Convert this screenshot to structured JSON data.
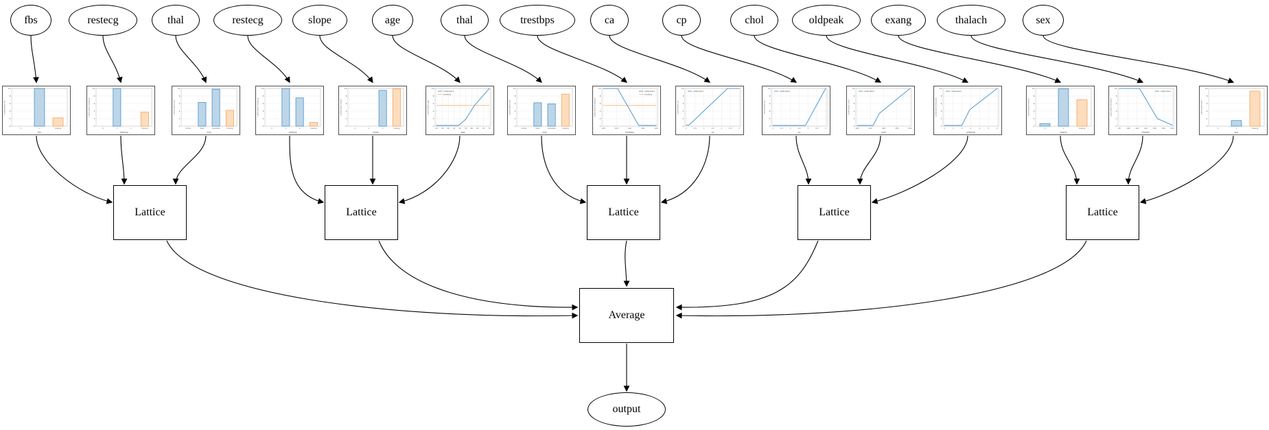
{
  "diagram": {
    "average_label": "Average",
    "output_label": "output",
    "lattices": [
      {
        "label": "Lattice"
      },
      {
        "label": "Lattice"
      },
      {
        "label": "Lattice"
      },
      {
        "label": "Lattice"
      },
      {
        "label": "Lattice"
      }
    ],
    "features": [
      {
        "name": "fbs",
        "lattice": 0
      },
      {
        "name": "restecg",
        "lattice": 0
      },
      {
        "name": "thal",
        "lattice": 0
      },
      {
        "name": "restecg",
        "lattice": 1
      },
      {
        "name": "slope",
        "lattice": 1
      },
      {
        "name": "age",
        "lattice": 1
      },
      {
        "name": "thal",
        "lattice": 2
      },
      {
        "name": "trestbps",
        "lattice": 2
      },
      {
        "name": "ca",
        "lattice": 2
      },
      {
        "name": "cp",
        "lattice": 3
      },
      {
        "name": "chol",
        "lattice": 3
      },
      {
        "name": "oldpeak",
        "lattice": 3
      },
      {
        "name": "exang",
        "lattice": 4
      },
      {
        "name": "thalach",
        "lattice": 4
      },
      {
        "name": "sex",
        "lattice": 4
      }
    ]
  },
  "chart_data": [
    {
      "type": "bar",
      "feature": "fbs",
      "xlabel": "fbs",
      "ylabel": "calibrated fbs",
      "ylim": [
        0,
        10
      ],
      "yticks": [
        0,
        2,
        4,
        6,
        8,
        10
      ],
      "categories": [
        "0",
        "1",
        "missing"
      ],
      "values": [
        0,
        10,
        2.2
      ],
      "colors": [
        "blue",
        "blue",
        "orange"
      ]
    },
    {
      "type": "bar",
      "feature": "restecg",
      "xlabel": "restecg",
      "ylabel": "calibrated restecg",
      "ylim": [
        0,
        10
      ],
      "yticks": [
        0,
        2,
        4,
        6,
        8,
        10
      ],
      "categories": [
        "0",
        "1",
        "2",
        "missing"
      ],
      "values": [
        0,
        10,
        0,
        3.7
      ],
      "colors": [
        "blue",
        "blue",
        "blue",
        "orange"
      ]
    },
    {
      "type": "bar",
      "feature": "thal",
      "xlabel": "thal",
      "ylabel": "calibrated thal",
      "ylim": [
        0,
        10
      ],
      "yticks": [
        0,
        2,
        4,
        6,
        8,
        10
      ],
      "categories": [
        "normal",
        "fixed",
        "reversible",
        "missing"
      ],
      "values": [
        0,
        6.3,
        9.8,
        4.2
      ],
      "colors": [
        "blue",
        "blue",
        "blue",
        "orange"
      ]
    },
    {
      "type": "bar",
      "feature": "restecg",
      "xlabel": "restecg",
      "ylabel": "calibrated restecg",
      "ylim": [
        0,
        10
      ],
      "yticks": [
        0,
        2,
        4,
        6,
        8,
        10
      ],
      "categories": [
        "0",
        "1",
        "2",
        "missing"
      ],
      "values": [
        0,
        10,
        7.5,
        1.0
      ],
      "colors": [
        "blue",
        "blue",
        "blue",
        "orange"
      ]
    },
    {
      "type": "bar",
      "feature": "slope",
      "xlabel": "slope",
      "ylabel": "calibrated slope",
      "ylim": [
        0,
        10
      ],
      "yticks": [
        0,
        2,
        4,
        6,
        8,
        10
      ],
      "categories": [
        "0",
        "1",
        "2",
        "missing"
      ],
      "values": [
        0,
        0,
        9.5,
        9.9
      ],
      "colors": [
        "blue",
        "blue",
        "blue",
        "orange"
      ]
    },
    {
      "type": "line",
      "feature": "age",
      "xlabel": "age",
      "ylabel": "calibrated age",
      "ylim": [
        0,
        10
      ],
      "yticks": [
        0,
        2,
        4,
        6,
        8,
        10
      ],
      "xticks": [
        30,
        35,
        40,
        45,
        50,
        55,
        60,
        65,
        70,
        75
      ],
      "legend": [
        "calibrated",
        "missing"
      ],
      "legend_pos": "top-left",
      "points": [
        [
          0,
          0.2
        ],
        [
          0.42,
          0.2
        ],
        [
          0.55,
          1.8
        ],
        [
          0.72,
          5.5
        ],
        [
          1,
          10
        ]
      ],
      "missing_value": 5.5
    },
    {
      "type": "bar",
      "feature": "thal",
      "xlabel": "thal",
      "ylabel": "calibrated thal",
      "ylim": [
        0,
        10
      ],
      "yticks": [
        0,
        2,
        4,
        6,
        8,
        10
      ],
      "categories": [
        "normal",
        "fixed",
        "reversible",
        "missing"
      ],
      "values": [
        0,
        6.2,
        5.9,
        8.5
      ],
      "colors": [
        "blue",
        "blue",
        "blue",
        "orange"
      ]
    },
    {
      "type": "line",
      "feature": "trestbps",
      "xlabel": "trestbps",
      "ylabel": "calibrated trestbps",
      "ylim": [
        0,
        10
      ],
      "yticks": [
        0,
        2,
        4,
        6,
        8,
        10
      ],
      "xticks": [
        100,
        120,
        140,
        160,
        180
      ],
      "legend": [
        "calibrated",
        "missing"
      ],
      "legend_pos": "top-right",
      "points": [
        [
          0,
          10
        ],
        [
          0.27,
          10
        ],
        [
          0.67,
          0.2
        ],
        [
          1,
          0.2
        ]
      ],
      "missing_value": 5.5
    },
    {
      "type": "line",
      "feature": "ca",
      "xlabel": "ca",
      "ylabel": "calibrated ca",
      "ylim": [
        0,
        10
      ],
      "yticks": [
        0,
        2,
        4,
        6,
        8,
        10
      ],
      "xticks": [
        0,
        0.5,
        1,
        1.5,
        2,
        2.5,
        3
      ],
      "legend": [
        "calibrated"
      ],
      "legend_pos": "top-left",
      "points": [
        [
          0,
          0.3
        ],
        [
          0.05,
          0.3
        ],
        [
          0.78,
          10
        ],
        [
          1,
          10
        ]
      ],
      "missing_value": null
    },
    {
      "type": "line",
      "feature": "cp",
      "xlabel": "cp",
      "ylabel": "calibrated cp",
      "ylim": [
        0,
        10
      ],
      "yticks": [
        0,
        2,
        4,
        6,
        8,
        10
      ],
      "xticks": [
        1,
        1.5,
        2,
        2.5,
        3,
        3.5,
        4
      ],
      "legend": [
        "calibrated"
      ],
      "legend_pos": "top-left",
      "points": [
        [
          0,
          0.2
        ],
        [
          0.62,
          0.2
        ],
        [
          1,
          10
        ]
      ],
      "missing_value": null
    },
    {
      "type": "line",
      "feature": "chol",
      "xlabel": "chol",
      "ylabel": "calibrated chol",
      "ylim": [
        0,
        10
      ],
      "yticks": [
        0,
        2,
        4,
        6,
        8,
        10
      ],
      "xticks": [
        200,
        250,
        300,
        350,
        400
      ],
      "legend": [
        "calibrated"
      ],
      "legend_pos": "top-left",
      "points": [
        [
          0,
          0.2
        ],
        [
          0.3,
          0.2
        ],
        [
          0.42,
          3.4
        ],
        [
          1,
          10
        ]
      ],
      "missing_value": null
    },
    {
      "type": "line",
      "feature": "oldpeak",
      "xlabel": "oldpeak",
      "ylabel": "calibrated oldpeak",
      "ylim": [
        0,
        10
      ],
      "yticks": [
        0,
        2,
        4,
        6,
        8,
        10
      ],
      "xticks": [
        0,
        1,
        2,
        3,
        4,
        5,
        6
      ],
      "legend": [
        "calibrated"
      ],
      "legend_pos": "top-left",
      "points": [
        [
          0,
          0.2
        ],
        [
          0.33,
          0.2
        ],
        [
          0.48,
          4.4
        ],
        [
          1,
          10
        ]
      ],
      "missing_value": null
    },
    {
      "type": "bar",
      "feature": "exang",
      "xlabel": "exang",
      "ylabel": "calibrated exang",
      "ylim": [
        0,
        10
      ],
      "yticks": [
        0,
        2,
        4,
        6,
        8,
        10
      ],
      "categories": [
        "0",
        "1",
        "missing"
      ],
      "values": [
        0.7,
        9.9,
        7.0
      ],
      "colors": [
        "blue",
        "blue",
        "orange"
      ]
    },
    {
      "type": "line",
      "feature": "thalach",
      "xlabel": "thalach",
      "ylabel": "calibrated thalach",
      "ylim": [
        0,
        10
      ],
      "yticks": [
        0,
        2,
        4,
        6,
        8,
        10
      ],
      "xticks": [
        80,
        100,
        120,
        140,
        160,
        180,
        200
      ],
      "legend": [
        "calibrated"
      ],
      "legend_pos": "top-right",
      "points": [
        [
          0,
          10
        ],
        [
          0.38,
          10
        ],
        [
          0.72,
          2.0
        ],
        [
          1,
          0.3
        ]
      ],
      "missing_value": null
    },
    {
      "type": "bar",
      "feature": "sex",
      "xlabel": "sex",
      "ylabel": "calibrated sex",
      "ylim": [
        0,
        10
      ],
      "yticks": [
        0,
        2,
        4,
        6,
        8,
        10
      ],
      "categories": [
        "0",
        "1",
        "missing"
      ],
      "values": [
        0,
        1.5,
        9.3
      ],
      "colors": [
        "blue",
        "blue",
        "orange"
      ]
    }
  ],
  "colors": {
    "edge": "#000000",
    "node_border": "#000000",
    "chart_border": "#4f4f4f",
    "blue_line": "#5b9fd4",
    "blue_edge": "#4a90c8",
    "blue_fill": "#bcd6e8",
    "orange_line": "#f9bd84",
    "orange_edge": "#f2a25c",
    "orange_fill": "#fdddbd",
    "grid": "#ebebeb",
    "spine": "#c8c8c8",
    "axis_text": "#666666"
  }
}
